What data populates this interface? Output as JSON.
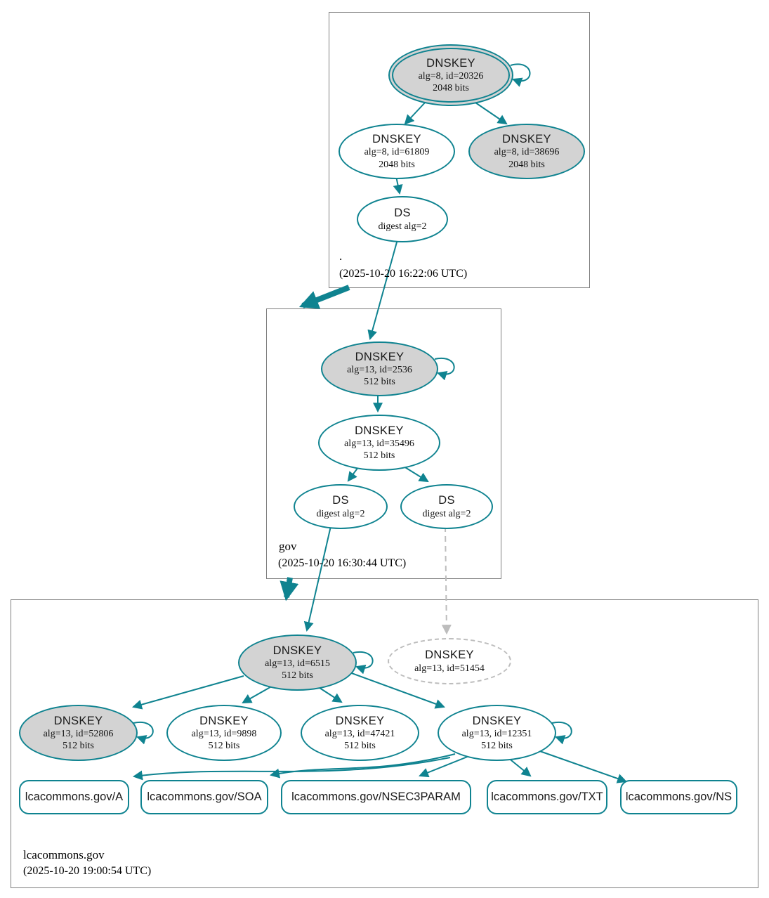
{
  "colors": {
    "secure_teal": "#0f8390",
    "node_fill_gray": "#d3d3d3",
    "insecure_dashed_gray": "#bdbdbd",
    "zone_border_gray": "#7f7f7f"
  },
  "zones": [
    {
      "name": ".",
      "timestamp": "(2025-10-20 16:22:06 UTC)",
      "nodes": [
        {
          "title": "DNSKEY",
          "detail": "alg=8, id=20326",
          "bits": "2048 bits"
        },
        {
          "title": "DNSKEY",
          "detail": "alg=8, id=61809",
          "bits": "2048 bits"
        },
        {
          "title": "DNSKEY",
          "detail": "alg=8, id=38696",
          "bits": "2048 bits"
        },
        {
          "title": "DS",
          "detail": "digest alg=2"
        }
      ]
    },
    {
      "name": "gov",
      "timestamp": "(2025-10-20 16:30:44 UTC)",
      "nodes": [
        {
          "title": "DNSKEY",
          "detail": "alg=13, id=2536",
          "bits": "512 bits"
        },
        {
          "title": "DNSKEY",
          "detail": "alg=13, id=35496",
          "bits": "512 bits"
        },
        {
          "title": "DS",
          "detail": "digest alg=2"
        },
        {
          "title": "DS",
          "detail": "digest alg=2"
        }
      ]
    },
    {
      "name": "lcacommons.gov",
      "timestamp": "(2025-10-20 19:00:54 UTC)",
      "nodes": [
        {
          "title": "DNSKEY",
          "detail": "alg=13, id=6515",
          "bits": "512 bits"
        },
        {
          "title": "DNSKEY",
          "detail": "alg=13, id=51454"
        },
        {
          "title": "DNSKEY",
          "detail": "alg=13, id=52806",
          "bits": "512 bits"
        },
        {
          "title": "DNSKEY",
          "detail": "alg=13, id=9898",
          "bits": "512 bits"
        },
        {
          "title": "DNSKEY",
          "detail": "alg=13, id=47421",
          "bits": "512 bits"
        },
        {
          "title": "DNSKEY",
          "detail": "alg=13, id=12351",
          "bits": "512 bits"
        }
      ],
      "rrsets": [
        {
          "label": "lcacommons.gov/A"
        },
        {
          "label": "lcacommons.gov/SOA"
        },
        {
          "label": "lcacommons.gov/NSEC3PARAM"
        },
        {
          "label": "lcacommons.gov/TXT"
        },
        {
          "label": "lcacommons.gov/NS"
        }
      ]
    }
  ]
}
